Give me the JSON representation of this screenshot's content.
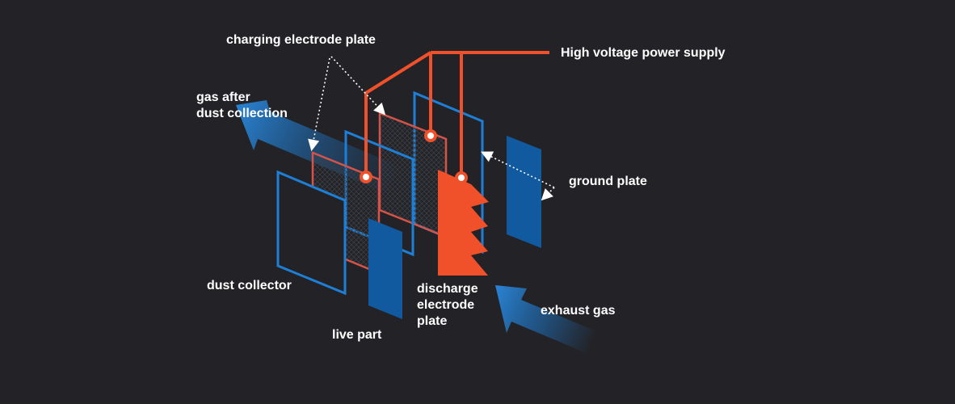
{
  "diagram": {
    "labels": {
      "charging_electrode_plate": "charging electrode plate",
      "high_voltage_power_supply": "High voltage power supply",
      "gas_after_dust_collection": "gas after\ndust collection",
      "ground_plate": "ground plate",
      "dust_collector": "dust collector",
      "discharge_electrode_plate": "discharge\nelectrode\nplate",
      "exhaust_gas": "exhaust gas",
      "live_part": "live part"
    },
    "colors": {
      "background": "#232327",
      "plate_outline_blue": "#1e7fd6",
      "ground_plate_fill": "#115aa0",
      "charging_plate_outline": "#d4544a",
      "power_wire": "#f0502a",
      "label_text": "#ffffff",
      "gas_arrow": "#1f6fb8"
    }
  }
}
